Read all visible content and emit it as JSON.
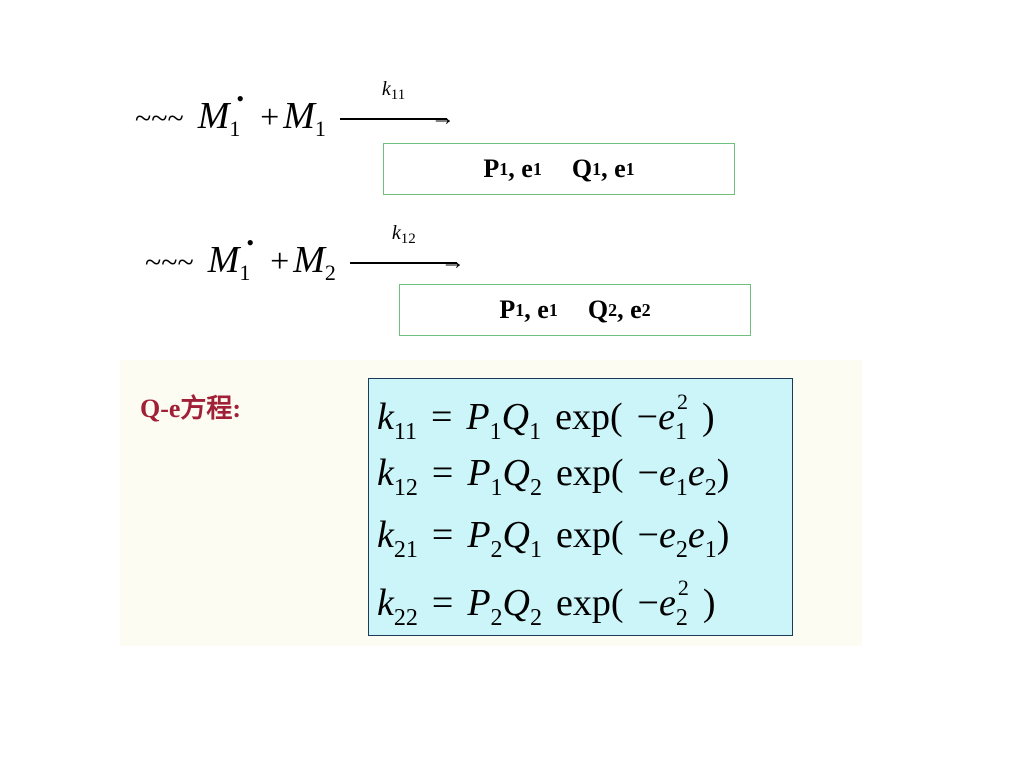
{
  "reactions": [
    {
      "prefix": "~~~",
      "m1": "M",
      "m1_sub": "1",
      "dot": "•",
      "plus": "+",
      "m2": "M",
      "m2_sub": "1",
      "k": "k",
      "k_sub": "11",
      "box": {
        "p": "P",
        "p_sub": "1",
        "comma1": ", e",
        "e1_sub": "1",
        "q": "Q",
        "q_sub": "1",
        "comma2": ", e",
        "e2_sub": "1"
      }
    },
    {
      "prefix": "~~~",
      "m1": "M",
      "m1_sub": "1",
      "dot": "•",
      "plus": "+",
      "m2": "M",
      "m2_sub": "2",
      "k": "k",
      "k_sub": "12",
      "box": {
        "p": "P",
        "p_sub": "1",
        "comma1": ", e",
        "e1_sub": "1",
        "q": "Q",
        "q_sub": "2",
        "comma2": ", e",
        "e2_sub": "2"
      }
    }
  ],
  "qe": {
    "label": "Q-e方程:",
    "equations": [
      {
        "k_sub": "11",
        "p_sub": "1",
        "q_sub": "1",
        "tail_a": "e",
        "tail_a_sub": "1",
        "tail_a_sup": "2",
        "tail_b": "",
        "tail_b_sub": ""
      },
      {
        "k_sub": "12",
        "p_sub": "1",
        "q_sub": "2",
        "tail_a": "e",
        "tail_a_sub": "1",
        "tail_a_sup": "",
        "tail_b": "e",
        "tail_b_sub": "2"
      },
      {
        "k_sub": "21",
        "p_sub": "2",
        "q_sub": "1",
        "tail_a": "e",
        "tail_a_sub": "2",
        "tail_a_sup": "",
        "tail_b": "e",
        "tail_b_sub": "1"
      },
      {
        "k_sub": "22",
        "p_sub": "2",
        "q_sub": "2",
        "tail_a": "e",
        "tail_a_sub": "2",
        "tail_a_sup": "2",
        "tail_b": "",
        "tail_b_sub": ""
      }
    ],
    "k": "k",
    "eq": "=",
    "P": "P",
    "Q": "Q",
    "exp": "exp(",
    "minus": "−",
    "close": ")"
  }
}
